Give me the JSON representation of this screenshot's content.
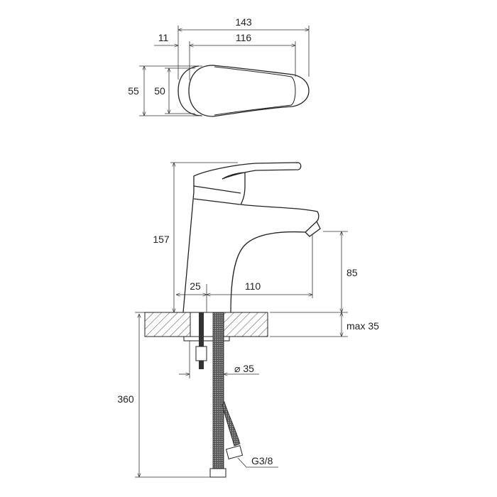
{
  "top_view": {
    "dim_total_length": "143",
    "dim_offset": "11",
    "dim_handle_length": "116",
    "dim_total_width": "55",
    "dim_handle_width": "50"
  },
  "side_view": {
    "dim_height": "157",
    "dim_base": "25",
    "dim_reach": "110",
    "dim_spout_height": "85",
    "dim_counter_thickness": "max 35",
    "dim_hole_diameter": "⌀ 35",
    "dim_hose_length": "360",
    "connection_thread": "G3/8"
  }
}
